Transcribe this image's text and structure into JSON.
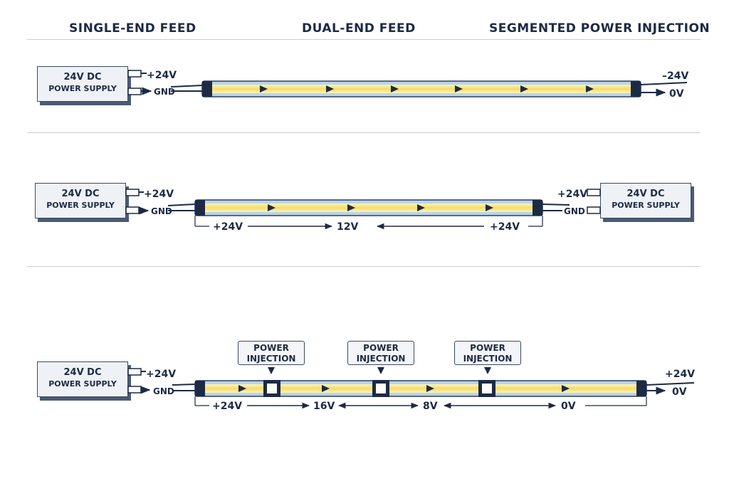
{
  "headings": {
    "single": "SINGLE-END FEED",
    "dual": "DUAL-END FEED",
    "segmented": "SEGMENTED POWER INJECTION"
  },
  "power_supply": {
    "line1": "24V DC",
    "line2": "POWER SUPPLY"
  },
  "injection_label": {
    "line1": "POWER",
    "line2": "INJECTION"
  },
  "diagram1": {
    "left_plus": "+24V",
    "left_gnd": "GND",
    "right_top": "–24V",
    "right_bottom": "0V"
  },
  "diagram2": {
    "left_plus": "+24V",
    "left_gnd": "GND",
    "right_plus": "+24V",
    "right_gnd": "GND",
    "voltages": [
      "+24V",
      "12V",
      "+24V"
    ]
  },
  "diagram3": {
    "left_plus": "+24V",
    "left_gnd": "GND",
    "right_top": "+24V",
    "right_bottom": "0V",
    "voltages": [
      "+24V",
      "16V",
      "8V",
      "0V"
    ]
  },
  "colors": {
    "navy": "#1d2a44",
    "strip_glow": "#f5e27a",
    "strip_tube": "#b9d4ea",
    "divider": "#c9ced6"
  }
}
